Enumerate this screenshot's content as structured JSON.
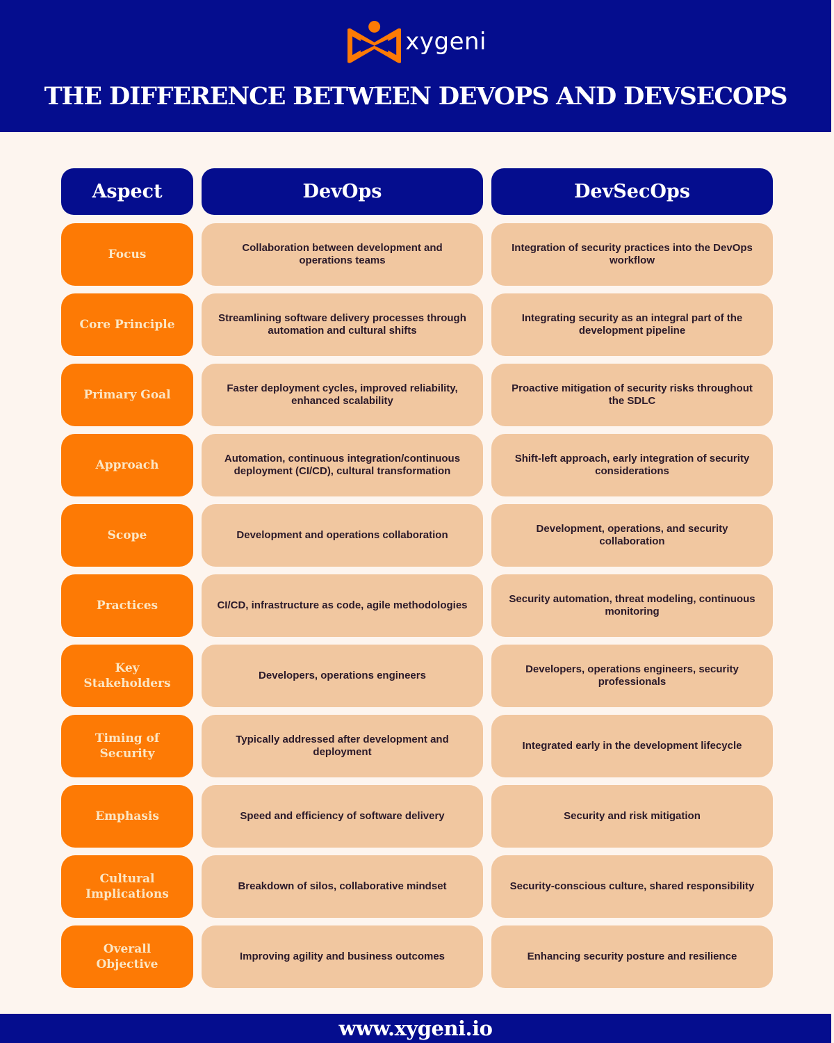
{
  "header": {
    "brand": "xygeni",
    "title": "THE DIFFERENCE BETWEEN DEVOPS AND DEVSECOPS",
    "colors": {
      "primary_blue": "#050d8e",
      "accent_orange": "#fd7a05",
      "cell_peach": "#f1c7a0",
      "background": "#fdf5ef"
    }
  },
  "table": {
    "columns": [
      "Aspect",
      "DevOps",
      "DevSecOps"
    ],
    "rows": [
      {
        "aspect": "Focus",
        "devops": "Collaboration between development and operations teams",
        "devsecops": "Integration of security practices into the DevOps workflow"
      },
      {
        "aspect": "Core Principle",
        "devops": "Streamlining software delivery processes through automation and cultural shifts",
        "devsecops": "Integrating security as an integral part of the development pipeline"
      },
      {
        "aspect": "Primary Goal",
        "devops": "Faster deployment cycles, improved reliability, enhanced scalability",
        "devsecops": "Proactive mitigation of security risks throughout the SDLC"
      },
      {
        "aspect": "Approach",
        "devops": "Automation, continuous integration/continuous deployment (CI/CD), cultural transformation",
        "devsecops": "Shift-left approach, early integration of security considerations"
      },
      {
        "aspect": "Scope",
        "devops": "Development and operations collaboration",
        "devsecops": "Development, operations, and security collaboration"
      },
      {
        "aspect": "Practices",
        "devops": "CI/CD, infrastructure as code, agile methodologies",
        "devsecops": "Security automation, threat modeling, continuous monitoring"
      },
      {
        "aspect": "Key Stakeholders",
        "devops": "Developers, operations engineers",
        "devsecops": "Developers, operations engineers, security professionals"
      },
      {
        "aspect": "Timing of Security",
        "devops": "Typically addressed after development and deployment",
        "devsecops": "Integrated early in the development lifecycle"
      },
      {
        "aspect": "Emphasis",
        "devops": "Speed and efficiency of software delivery",
        "devsecops": "Security and risk mitigation"
      },
      {
        "aspect": "Cultural Implications",
        "devops": "Breakdown of silos, collaborative mindset",
        "devsecops": "Security-conscious culture, shared responsibility"
      },
      {
        "aspect": "Overall Objective",
        "devops": "Improving agility and business outcomes",
        "devsecops": "Enhancing security posture and resilience"
      }
    ]
  },
  "footer": {
    "url": "www.xygeni.io"
  }
}
